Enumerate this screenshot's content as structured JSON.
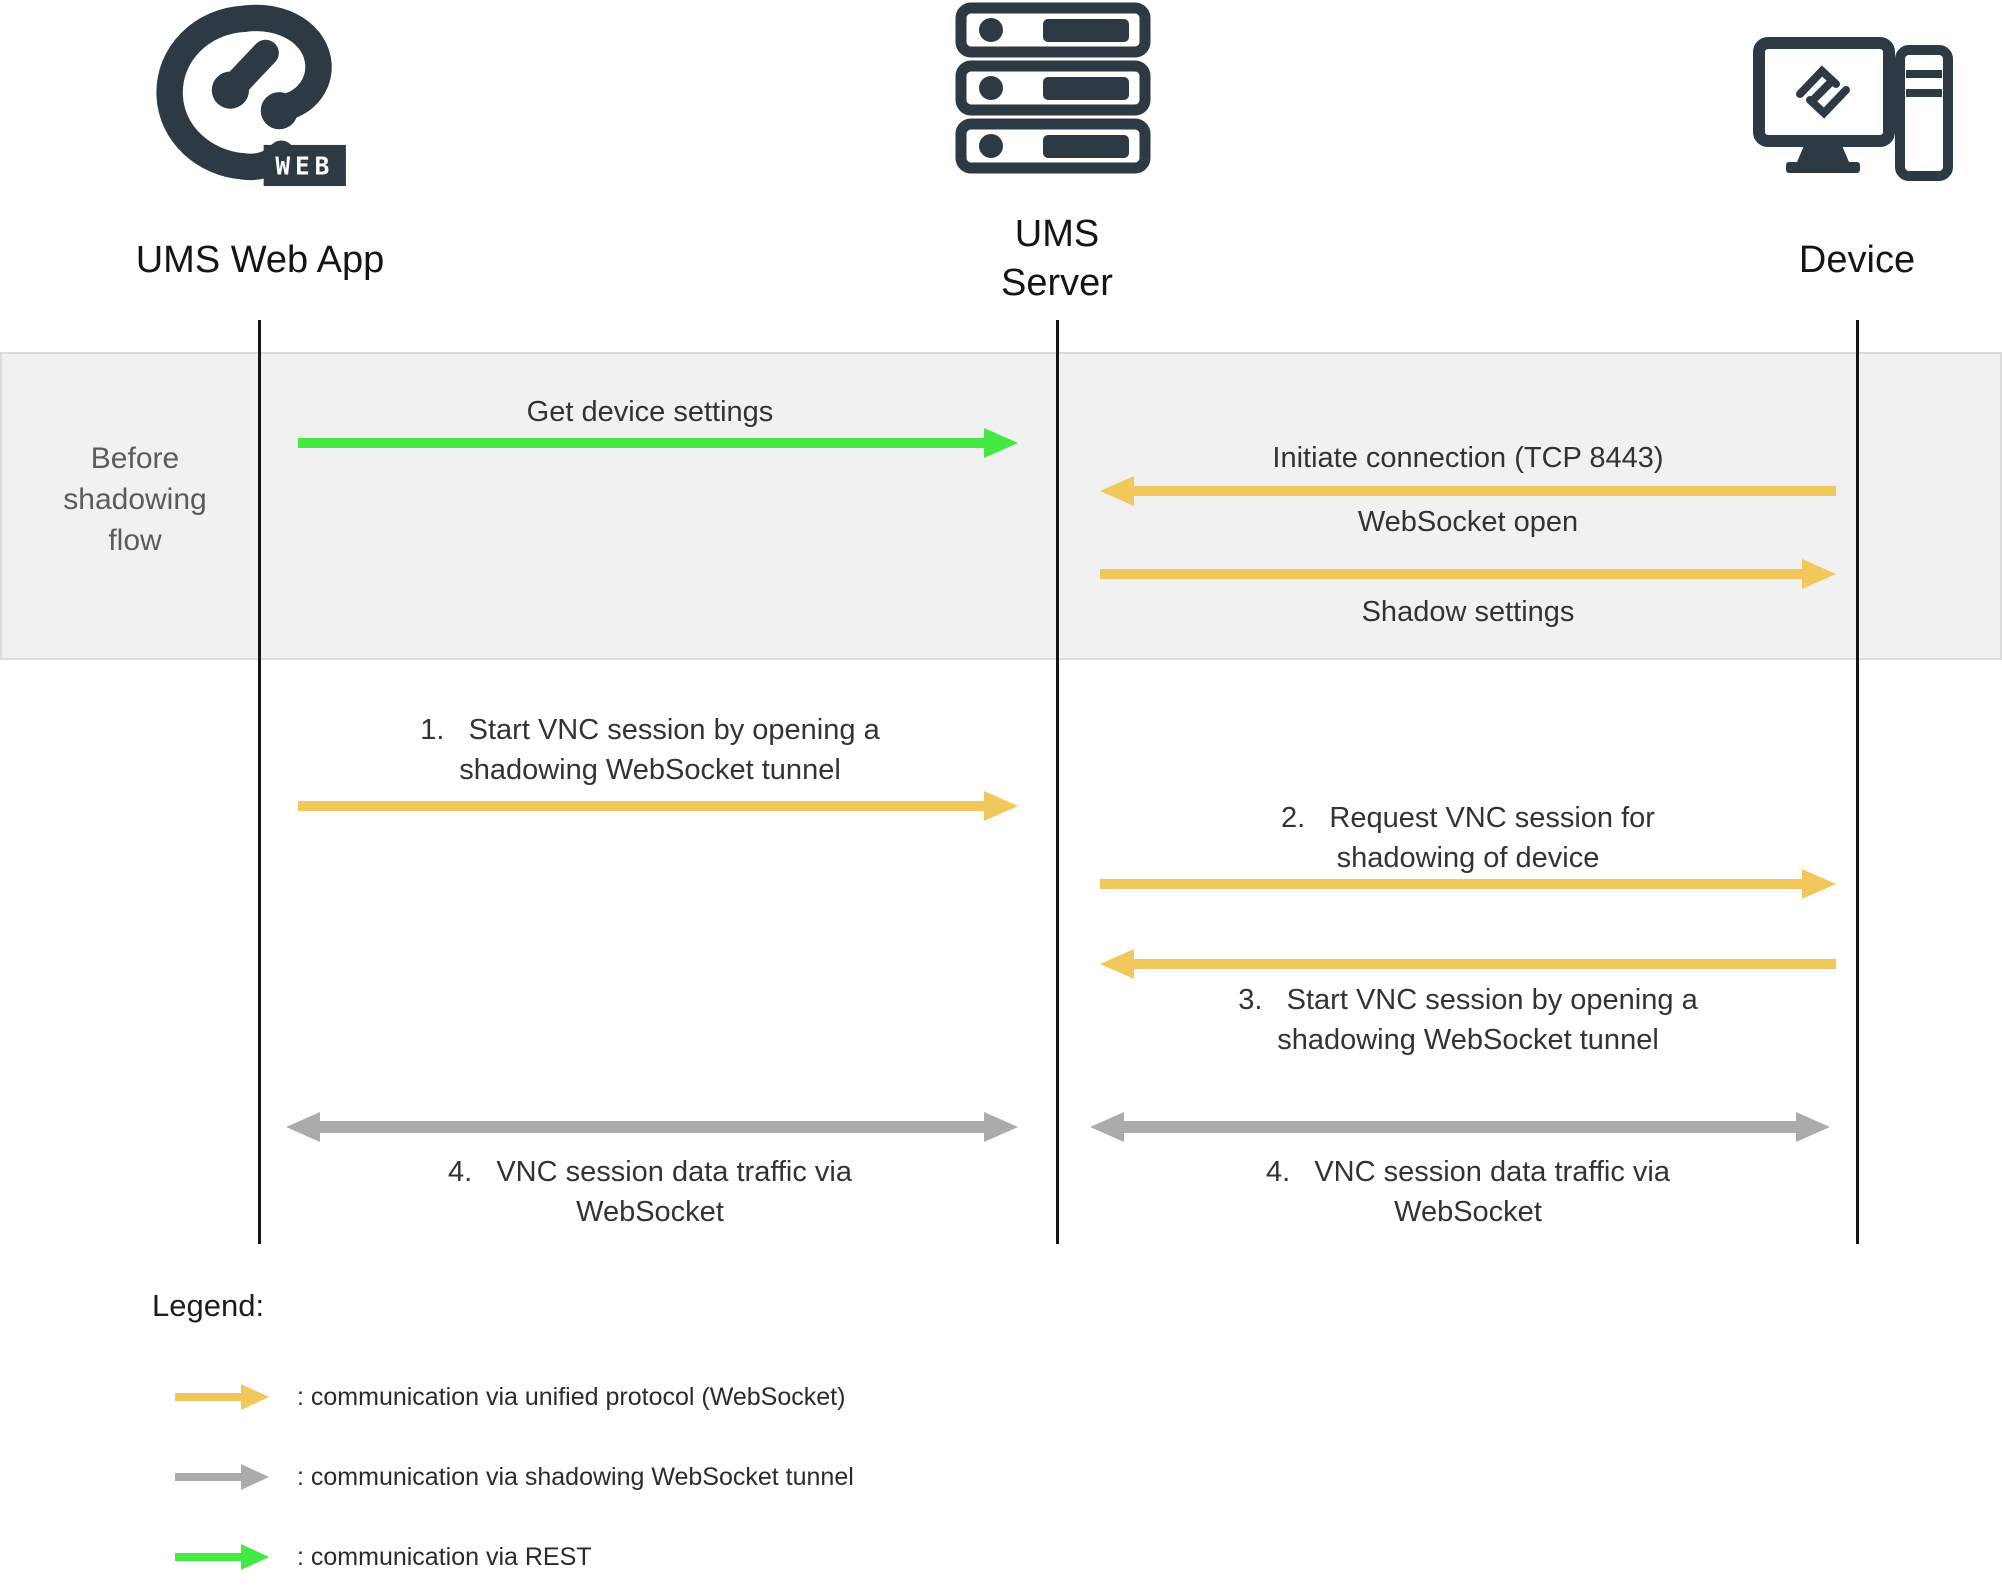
{
  "actors": {
    "web_app": {
      "label": "UMS Web App"
    },
    "server": {
      "label": "UMS\nServer"
    },
    "device": {
      "label": "Device"
    }
  },
  "web_badge": "WEB",
  "before_flow": {
    "band_label": "Before\nshadowing\nflow",
    "messages": [
      {
        "label": "Get device settings",
        "from": "UMS Web App",
        "to": "UMS Server",
        "protocol": "REST"
      },
      {
        "label": "Initiate connection (TCP 8443)",
        "from": "Device",
        "to": "UMS Server",
        "protocol": "unified protocol (WebSocket)"
      },
      {
        "label": "WebSocket open",
        "from": "UMS Server",
        "to": "Device",
        "protocol": "unified protocol (WebSocket)"
      },
      {
        "label": "Shadow settings",
        "from": "UMS Server",
        "to": "Device",
        "protocol": "unified protocol (WebSocket)"
      }
    ]
  },
  "main_flow": {
    "messages": [
      {
        "label": "1.   Start VNC session by opening a\nshadowing WebSocket tunnel",
        "from": "UMS Web App",
        "to": "UMS Server",
        "protocol": "unified protocol (WebSocket)"
      },
      {
        "label": "2.   Request VNC session for\nshadowing of device",
        "from": "UMS Server",
        "to": "Device",
        "protocol": "unified protocol (WebSocket)"
      },
      {
        "label": "3.   Start VNC session by opening a\nshadowing WebSocket tunnel",
        "from": "Device",
        "to": "UMS Server",
        "protocol": "unified protocol (WebSocket)"
      },
      {
        "label": "4.   VNC session data traffic via\nWebSocket",
        "from": "UMS Web App",
        "to": "UMS Server",
        "bidirectional": true,
        "protocol": "shadowing WebSocket tunnel"
      },
      {
        "label": "4.   VNC session data traffic via\nWebSocket",
        "from": "UMS Server",
        "to": "Device",
        "bidirectional": true,
        "protocol": "shadowing WebSocket tunnel"
      }
    ]
  },
  "legend": {
    "title": "Legend:",
    "items": [
      {
        "label": ": communication via unified protocol (WebSocket)",
        "arrow_color": "yellow"
      },
      {
        "label": ": communication via shadowing WebSocket tunnel",
        "arrow_color": "gray"
      },
      {
        "label": ": communication via REST",
        "arrow_color": "green"
      }
    ]
  },
  "colors": {
    "unified_protocol": "#F2C75C",
    "shadowing_tunnel": "#ABABAB",
    "rest": "#44E944",
    "icon_dark": "#2E3A43",
    "band_background": "#F1F1F1",
    "band_border": "#DCDCDC",
    "band_text": "#5B5B5B",
    "label_text": "#333333"
  }
}
